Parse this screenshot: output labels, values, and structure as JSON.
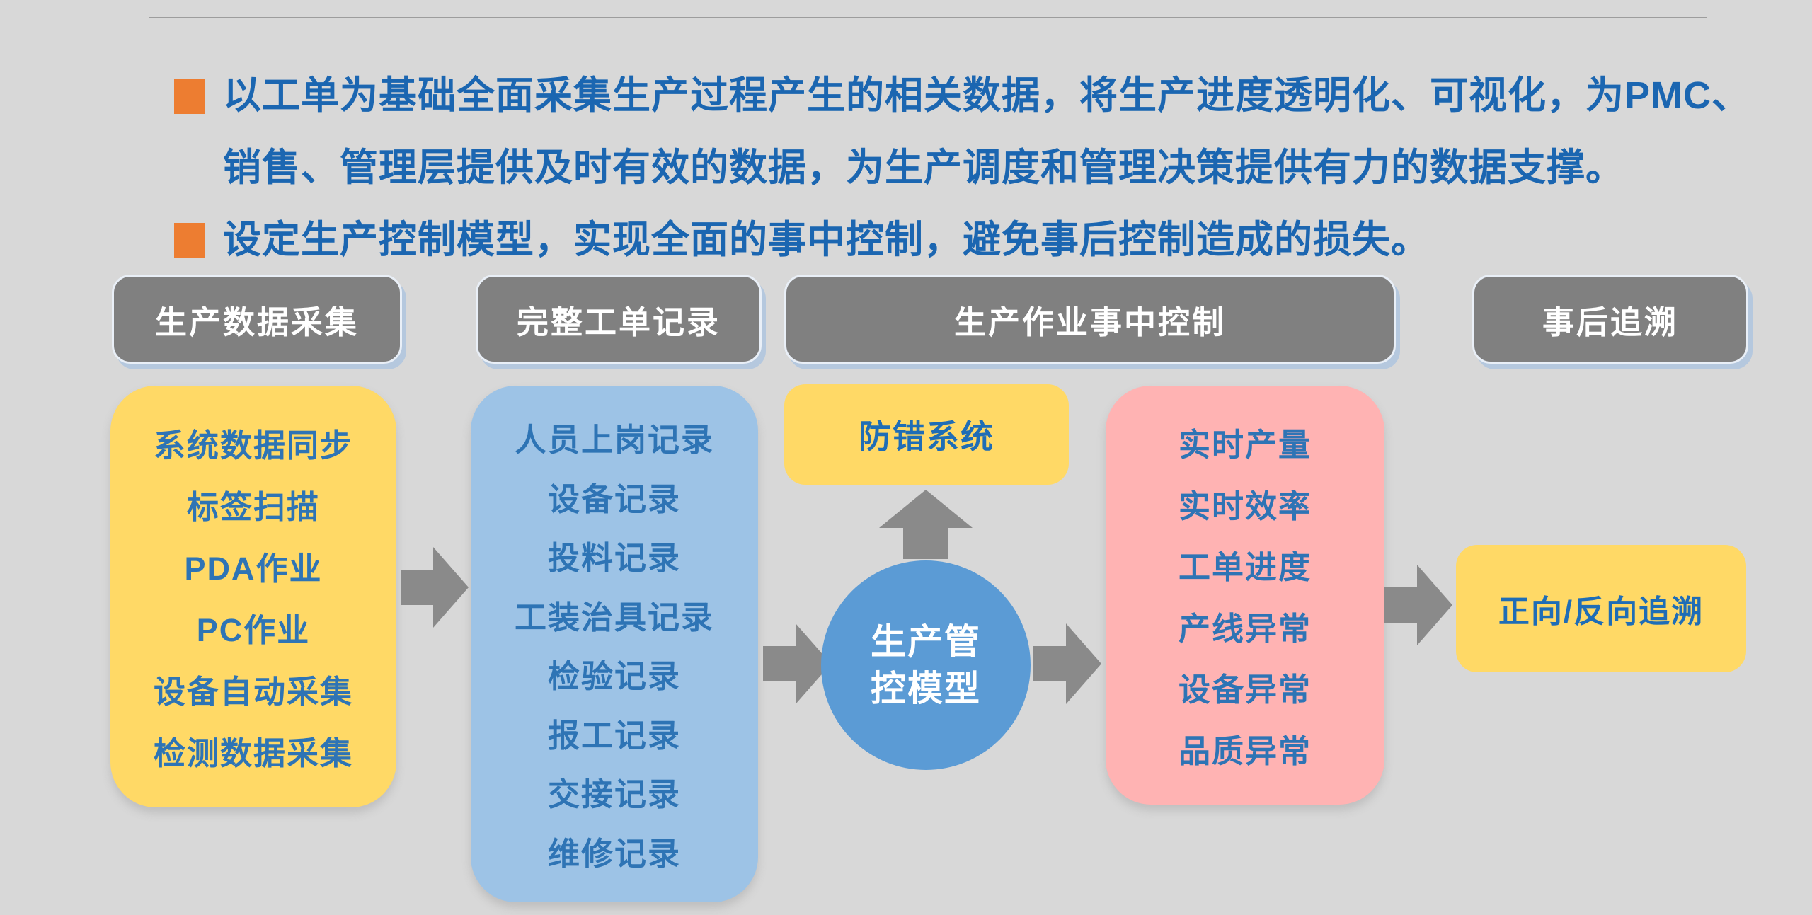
{
  "bullets": [
    {
      "lines": [
        "以工单为基础全面采集生产过程产生的相关数据，将生产进度透明化、可视化，为PMC、",
        "销售、管理层提供及时有效的数据，为生产调度和管理决策提供有力的数据支撑。"
      ]
    },
    {
      "lines": [
        "设定生产控制模型，实现全面的事中控制，避免事后控制造成的损失。"
      ]
    }
  ],
  "headers": [
    {
      "label": "生产数据采集"
    },
    {
      "label": "完整工单记录"
    },
    {
      "label": "生产作业事中控制"
    },
    {
      "label": "事后追溯"
    }
  ],
  "collection_panel": {
    "items": [
      "系统数据同步",
      "标签扫描",
      "PDA作业",
      "PC作业",
      "设备自动采集",
      "检测数据采集"
    ]
  },
  "record_panel": {
    "items": [
      "人员上岗记录",
      "设备记录",
      "投料记录",
      "工装治具记录",
      "检验记录",
      "报工记录",
      "交接记录",
      "维修记录"
    ]
  },
  "control": {
    "error_proof_label": "防错系统",
    "model_line1": "生产管",
    "model_line2": "控模型"
  },
  "monitor_panel": {
    "items": [
      "实时产量",
      "实时效率",
      "工单进度",
      "产线异常",
      "设备异常",
      "品质异常"
    ]
  },
  "trace_box": {
    "label": "正向/反向追溯"
  },
  "colors": {
    "background": "#d8d8d8",
    "accent_orange": "#ed7d31",
    "bullet_text_blue": "#1b66b1",
    "item_text_blue": "#2e74b5",
    "header_gray": "#808080",
    "header_border_blue": "#b5c8de",
    "panel_yellow": "#ffd966",
    "panel_blue": "#9dc3e6",
    "panel_pink": "#ffb3b3",
    "circle_blue": "#5b9bd5",
    "arrow_gray": "#8a8a8a"
  }
}
